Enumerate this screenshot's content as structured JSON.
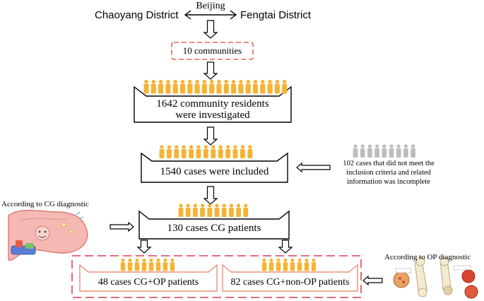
{
  "header": {
    "city": "Beijing",
    "district_left": "Chaoyang District",
    "district_right": "Fengtai District"
  },
  "nodes": {
    "communities": "10 communities",
    "investigated_line1": "1642 community residents",
    "investigated_line2": "were investigated",
    "included": "1540 cases were included",
    "excluded_line1": "102 cases that did not meet the",
    "excluded_line2": "inclusion criteria and related",
    "excluded_line3": "information was incomplete",
    "cg_patients": "130 cases CG patients",
    "cg_op": "48 cases CG+OP patients",
    "cg_non_op": "82 cases CG+non-OP patients"
  },
  "side_labels": {
    "cg_diagnostic": "According to CG diagnostic",
    "op_diagnostic": "According to OP diagnostic"
  },
  "colors": {
    "person_icon": "#f5b335",
    "excluded_icon": "#bdbdbd",
    "dashed_border": "#e05a5a",
    "outline": "#000000",
    "orange_border": "#e8907a"
  },
  "icons": {
    "person": "person-icon",
    "arrow": "hollow-arrow-icon",
    "stomach": "stomach-illustration",
    "bone": "bone-illustration"
  }
}
